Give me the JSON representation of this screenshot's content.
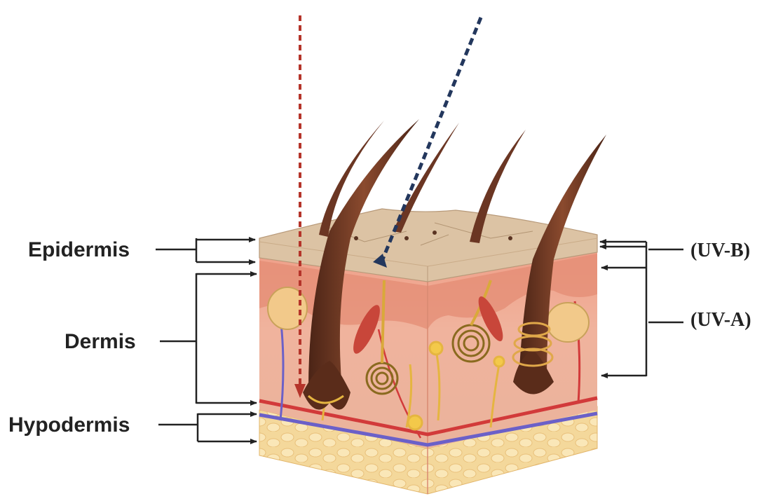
{
  "labels": {
    "epidermis": "Epidermis",
    "dermis": "Dermis",
    "hypodermis": "Hypodermis",
    "uvb": "(UV-B)",
    "uva": "(UV-A)"
  },
  "colors": {
    "uvb_ray": "#b5342a",
    "uva_ray": "#23375d",
    "epidermis": "#dcc3a4",
    "dermis": "#eba891",
    "hypodermis": "#f3d79c",
    "hair": "#6b3623",
    "artery": "#d23a3a",
    "vein": "#6b60c8",
    "nerve": "#e5b540"
  }
}
